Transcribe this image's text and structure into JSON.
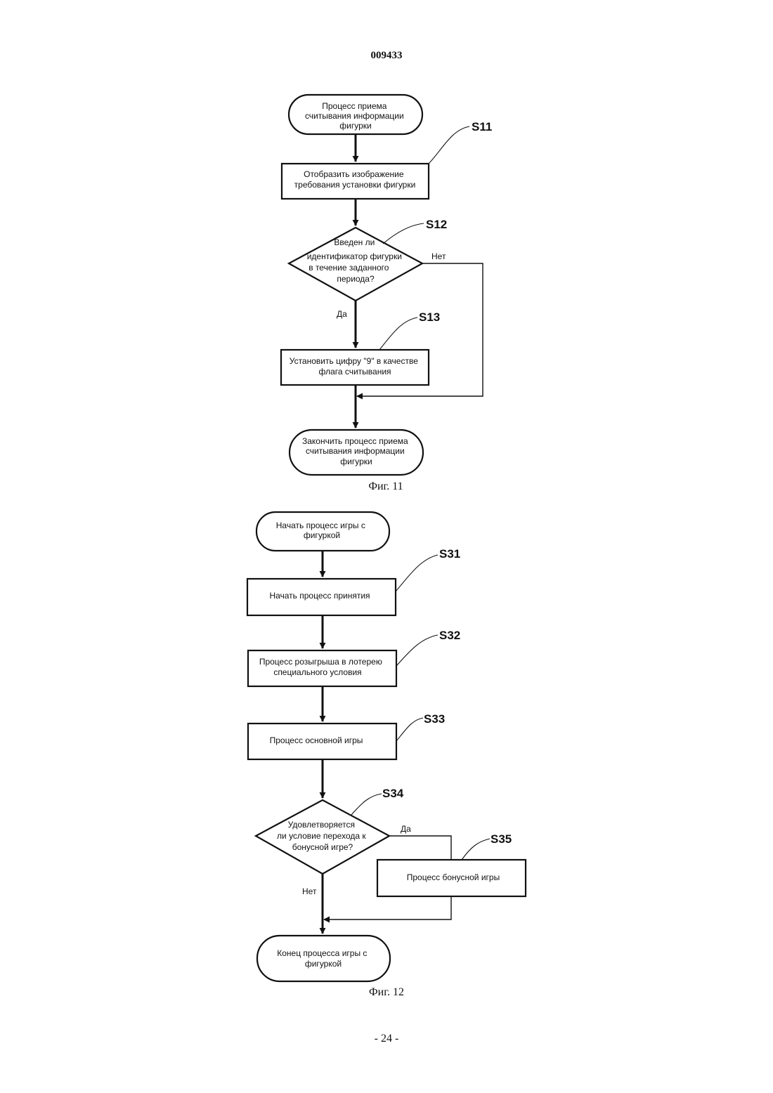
{
  "doc_number": "009433",
  "page_number": "- 24 -",
  "fig11": {
    "caption": "Фиг. 11",
    "start": [
      "Процесс приема",
      "считывания информации",
      "фигурки"
    ],
    "s11": {
      "label": "S11",
      "text": [
        "Отобразить изображение",
        "требования установки фигурки"
      ]
    },
    "s12": {
      "label": "S12",
      "text": [
        "Введен ли",
        "идентификатор фигурки",
        "в течение заданного",
        "периода?"
      ],
      "no": "Нет",
      "yes": "Да"
    },
    "s13": {
      "label": "S13",
      "text": [
        "Установить цифру \"9\" в качестве",
        "флага считывания"
      ]
    },
    "end": [
      "Закончить процесс приема",
      "считывания информации",
      "фигурки"
    ]
  },
  "fig12": {
    "caption": "Фиг. 12",
    "start": [
      "Начать процесс игры с",
      "фигуркой"
    ],
    "s31": {
      "label": "S31",
      "text": [
        "Начать процесс принятия"
      ]
    },
    "s32": {
      "label": "S32",
      "text": [
        "Процесс розыгрыша в лотерею",
        "специального условия"
      ]
    },
    "s33": {
      "label": "S33",
      "text": [
        "Процесс основной игры"
      ]
    },
    "s34": {
      "label": "S34",
      "text": [
        "Удовлетворяется",
        "ли условие перехода к",
        "бонусной игре?"
      ],
      "yes": "Да",
      "no": "Нет"
    },
    "s35": {
      "label": "S35",
      "text": [
        "Процесс бонусной игры"
      ]
    },
    "end": [
      "Конец процесса игры с",
      "фигуркой"
    ]
  }
}
